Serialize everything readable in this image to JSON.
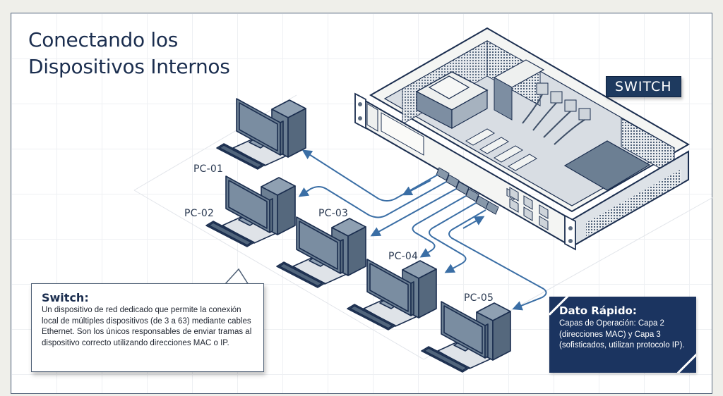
{
  "title": {
    "line1": "Conectando los",
    "line2": "Dispositivos Internos"
  },
  "switch_label": "SWITCH",
  "pcs": [
    {
      "label": "PC-01"
    },
    {
      "label": "PC-02"
    },
    {
      "label": "PC-03"
    },
    {
      "label": "PC-04"
    },
    {
      "label": "PC-05"
    }
  ],
  "callout": {
    "heading": "Switch:",
    "body": "Un dispositivo de red dedicado que permite la conexión local de múltiples dispositivos (de 3 a 63) mediante cables Ethernet. Son los únicos responsables de enviar tramas al dispositivo correcto utilizando direcciones MAC o IP."
  },
  "fact": {
    "heading": "Dato Rápido:",
    "body": "Capas de Operación: Capa 2 (direcciones MAC) y Capa 3 (sofisticados, utilizan protocolo IP)."
  },
  "colors": {
    "navy": "#1b2e4f",
    "accent_blue": "#3a6ea5",
    "device_fill": "#6c7f93",
    "panel_navy": "#1b3460"
  }
}
